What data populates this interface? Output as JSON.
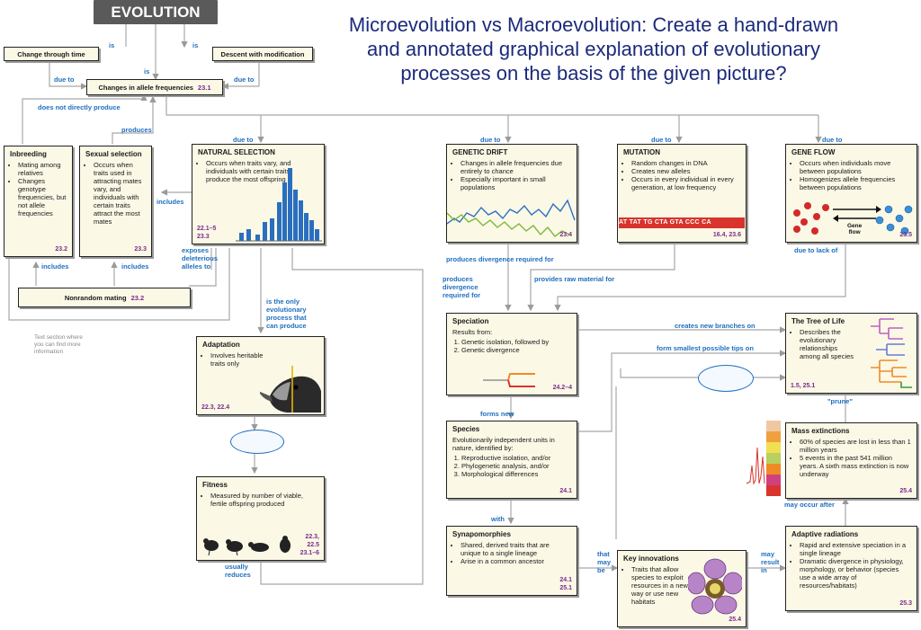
{
  "overlay_title": "Microevolution vs Macroevolution: Create a hand-drawn\nand annotated graphical explanation of evolutionary\nprocesses on the basis of the given picture?",
  "header": {
    "title": "EVOLUTION"
  },
  "top": {
    "change_time": "Change through time",
    "descent": "Descent with modification",
    "allele": "Changes in allele frequencies",
    "allele_ref": "23.1",
    "is_1": "is",
    "is_2": "is",
    "is_3": "is",
    "due_to_1": "due to",
    "due_to_2": "due to",
    "not_directly": "does not directly produce",
    "produces": "produces"
  },
  "due_to_labels": [
    "due to",
    "due to",
    "due to",
    "due to"
  ],
  "inbreeding": {
    "title": "Inbreeding",
    "bullets": [
      "Mating among relatives",
      "Changes genotype frequencies, but not allele frequencies"
    ],
    "ref": "23.2"
  },
  "sexual": {
    "title": "Sexual selection",
    "bullets": [
      "Occurs when traits used in attracting mates vary, and individuals with certain traits attract the most mates"
    ],
    "ref": "23.3"
  },
  "natural": {
    "title": "NATURAL SELECTION",
    "bullets": [
      "Occurs when traits vary, and individuals with certain traits produce the most offspring"
    ],
    "ref": "22.1–5\n23.3"
  },
  "drift": {
    "title": "GENETIC DRIFT",
    "bullets": [
      "Changes in allele frequencies due entirely to chance",
      "Especially important in small populations"
    ],
    "ref": "23.4"
  },
  "mutation": {
    "title": "MUTATION",
    "bullets": [
      "Random changes in DNA",
      "Creates new alleles",
      "Occurs in every individual in every generation, at low frequency"
    ],
    "dna": "AT TAT TG  CTA GTA CCC CA",
    "ref": "16.4, 23.6"
  },
  "geneflow": {
    "title": "GENE FLOW",
    "bullets": [
      "Occurs when individuals move between populations",
      "Homogenizes allele frequencies between populations"
    ],
    "flow_label": "Gene\nflow",
    "ref": "23.5"
  },
  "labels": {
    "includes_1": "includes",
    "includes_2": "includes",
    "includes_3": "includes",
    "exposes": "exposes\ndeleterious\nalleles to",
    "divergence": "produces divergence required for",
    "raw": "provides raw material for",
    "produces_div": "produces\ndivergence\nrequired for",
    "only": "is the only\nevolutionary\nprocess that\ncan produce",
    "lack": "due to lack of",
    "branches": "creates new branches on",
    "tips": "form smallest possible tips on",
    "prune": "\"prune\"",
    "forms": "forms new",
    "with": "with",
    "that": "that\nmay\nbe",
    "may": "may\nresult\nin",
    "occur": "may occur after",
    "usually": "usually\nreduces"
  },
  "nonrandom": {
    "title": "Nonrandom mating",
    "ref": "23.2"
  },
  "note": "Text section where\nyou can find more\ninformation",
  "adaptation": {
    "title": "Adaptation",
    "bullets": [
      "Involves heritable traits only"
    ],
    "ref": "22.3, 22.4"
  },
  "fitness": {
    "title": "Fitness",
    "bullets": [
      "Measured by number of viable, fertile offspring produced"
    ],
    "ref": "22.3,\n22.5\n23.1–6"
  },
  "speciation": {
    "title": "Speciation",
    "intro": "Results from:",
    "items": [
      "Genetic isolation, followed by",
      "Genetic divergence"
    ],
    "ref": "24.2–4"
  },
  "species": {
    "title": "Species",
    "intro": "Evolutionarily independent units in nature, identified by:",
    "items": [
      "Reproductive isolation, and/or",
      "Phylogenetic analysis, and/or",
      "Morphological differences"
    ],
    "ref": "24.1"
  },
  "synapo": {
    "title": "Synapomorphies",
    "bullets": [
      "Shared, derived traits that are unique to a single lineage",
      "Arise in a common ancestor"
    ],
    "ref": "24.1\n25.1"
  },
  "key": {
    "title": "Key innovations",
    "bullets": [
      "Traits that allow species to exploit resources in a new way or use new habitats"
    ],
    "ref": "25.4"
  },
  "tree": {
    "title": "The Tree of Life",
    "bullets": [
      "Describes the evolutionary relationships among all species"
    ],
    "ref": "1.5, 25.1"
  },
  "mass": {
    "title": "Mass extinctions",
    "bullets": [
      "60% of species are lost in less than 1 million years",
      "5 events in the past 541 million years. A sixth mass extinction is now underway"
    ],
    "ref": "25.4"
  },
  "adaptive": {
    "title": "Adaptive radiations",
    "bullets": [
      "Rapid and extensive speciation in a single lineage",
      "Dramatic divergence in physiology, morphology, or behavior (species use a wide array of resources/habitats)"
    ],
    "ref": "25.3"
  },
  "colors": {
    "accent": "#1f6fbf",
    "ref": "#7a2d8c",
    "box": "#fbf8e6",
    "header": "#5a5a5a",
    "overlay": "#1b2a7a"
  }
}
